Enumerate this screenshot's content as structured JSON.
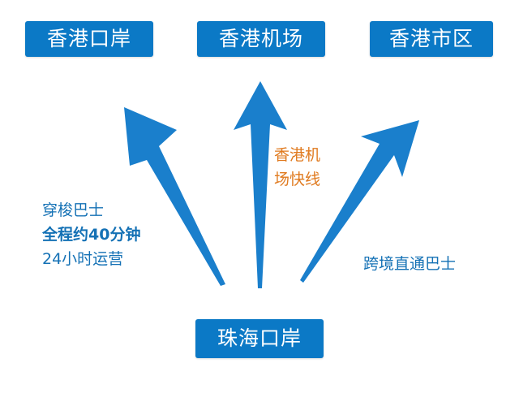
{
  "destinations": {
    "hk_port": "香港口岸",
    "hk_airport": "香港机场",
    "hk_city": "香港市区"
  },
  "origin": "珠海口岸",
  "routes": {
    "left": {
      "line1": "穿梭巴士",
      "line2": "全程约40分钟",
      "line3": "24小时运营"
    },
    "middle": {
      "line1": "香港机",
      "line2": "场快线"
    },
    "right": {
      "line1": "跨境直通巴士"
    }
  },
  "colors": {
    "box_blue": "#0b79c6",
    "arrow_blue": "#1a7fcc",
    "text_blue": "#1471b5",
    "text_orange": "#e07a1f"
  }
}
